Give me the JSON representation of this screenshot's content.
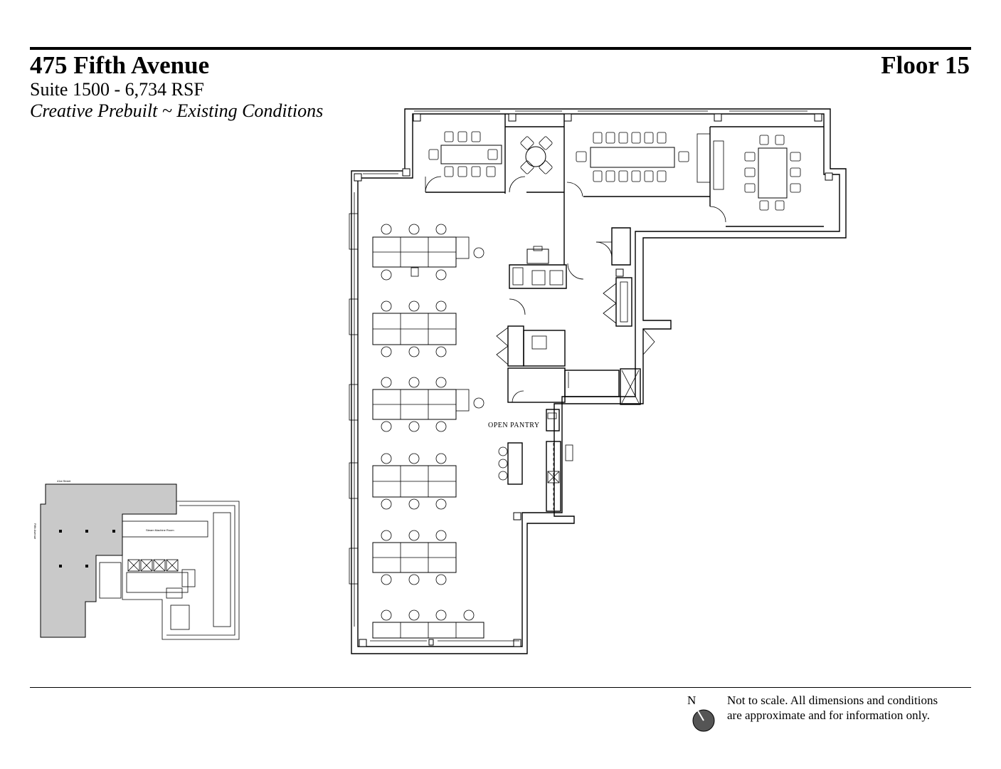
{
  "header": {
    "title": "475 Fifth Avenue",
    "floor": "Floor 15",
    "suite": "Suite 1500 - 6,734 RSF",
    "conditions": "Creative Prebuilt ~ Existing Conditions"
  },
  "plan": {
    "pantry_label": "OPEN PANTRY"
  },
  "keyplan": {
    "street_label": "41st Street",
    "avenue_label": "Fifth Avenue",
    "room_label": "Steam Machine Room"
  },
  "footer": {
    "north_label": "N",
    "disclaimer_line1": "Not to scale. All dimensions and conditions",
    "disclaimer_line2": "are approximate and for information only."
  }
}
